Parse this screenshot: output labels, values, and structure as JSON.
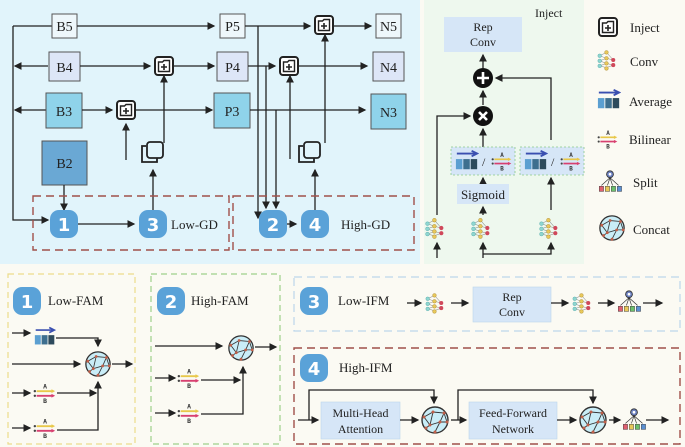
{
  "backbone": {
    "b5": "B5",
    "b4": "B4",
    "b3": "B3",
    "b2": "B2"
  },
  "pyramid": {
    "p5": "P5",
    "p4": "P4",
    "p3": "P3"
  },
  "outputs": {
    "n5": "N5",
    "n4": "N4",
    "n3": "N3"
  },
  "low_gd": {
    "label": "Low-GD",
    "modules": [
      "1",
      "3"
    ]
  },
  "high_gd": {
    "label": "High-GD",
    "modules": [
      "2",
      "4"
    ]
  },
  "inject_panel": {
    "title": "Inject",
    "repconv_line1": "Rep",
    "repconv_line2": "Conv",
    "sigmoid": "Sigmoid",
    "slash": "/"
  },
  "legend": [
    {
      "icon": "inject-icon",
      "label": "Inject"
    },
    {
      "icon": "conv-icon",
      "label": "Conv"
    },
    {
      "icon": "average-icon",
      "label": "Average"
    },
    {
      "icon": "bilinear-icon",
      "label": "Bilinear"
    },
    {
      "icon": "split-icon",
      "label": "Split"
    },
    {
      "icon": "concat-icon",
      "label": "Concat"
    }
  ],
  "low_fam": {
    "number": "1",
    "title": "Low-FAM"
  },
  "high_fam": {
    "number": "2",
    "title": "High-FAM"
  },
  "low_ifm": {
    "number": "3",
    "title": "Low-IFM",
    "repconv_line1": "Rep",
    "repconv_line2": "Conv"
  },
  "high_ifm": {
    "number": "4",
    "title": "High-IFM",
    "mha_line1": "Multi-Head",
    "mha_line2": "Attention",
    "ffn_line1": "Feed-Forward",
    "ffn_line2": "Network"
  },
  "bilinear_letters": {
    "a": "A",
    "b": "B"
  },
  "colors": {
    "gd_bg": "#e1f4fb",
    "inject_bg": "#eef8ee",
    "legend_bg": "#fbfaf3",
    "b5": "#eef7fb",
    "b4": "#dde6f7",
    "b3": "#8fd3ea",
    "b2": "#6aa8d4",
    "module": "#5aa2d8",
    "dash_red": "#a0504a",
    "dash_yellow": "#ecdc8a",
    "dash_green": "#9ed08a",
    "dash_blue": "#bcd6ec",
    "repconv": "#d6e6f7",
    "concat": "#c9edf7"
  }
}
